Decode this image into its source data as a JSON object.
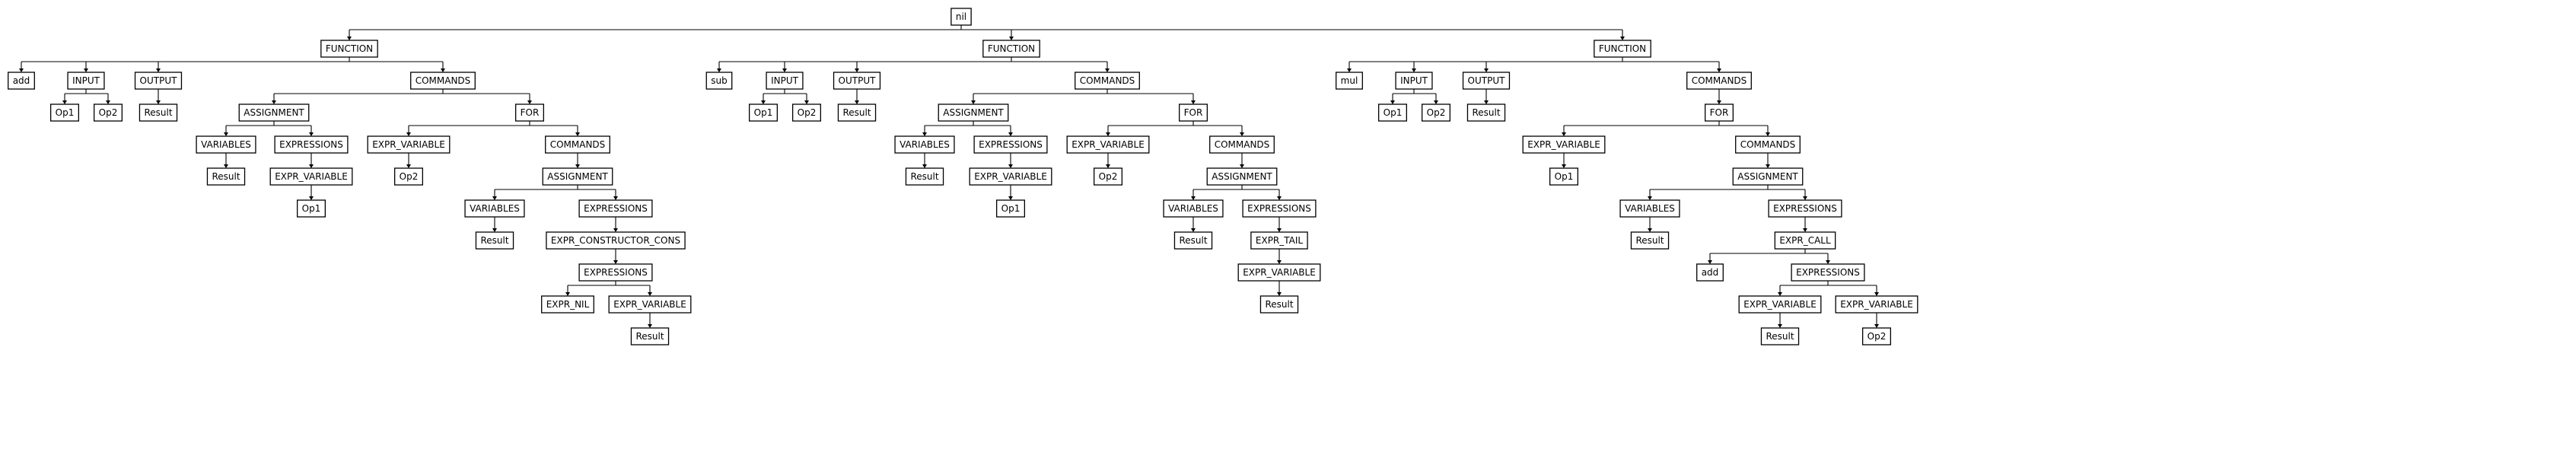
{
  "tree": {
    "label": "nil",
    "children": [
      {
        "label": "FUNCTION",
        "children": [
          {
            "label": "add"
          },
          {
            "label": "INPUT",
            "children": [
              {
                "label": "Op1"
              },
              {
                "label": "Op2"
              }
            ]
          },
          {
            "label": "OUTPUT",
            "children": [
              {
                "label": "Result"
              }
            ]
          },
          {
            "label": "COMMANDS",
            "children": [
              {
                "label": "ASSIGNMENT",
                "children": [
                  {
                    "label": "VARIABLES",
                    "children": [
                      {
                        "label": "Result"
                      }
                    ]
                  },
                  {
                    "label": "EXPRESSIONS",
                    "children": [
                      {
                        "label": "EXPR_VARIABLE",
                        "children": [
                          {
                            "label": "Op1"
                          }
                        ]
                      }
                    ]
                  }
                ]
              },
              {
                "label": "FOR",
                "children": [
                  {
                    "label": "EXPR_VARIABLE",
                    "children": [
                      {
                        "label": "Op2"
                      }
                    ]
                  },
                  {
                    "label": "COMMANDS",
                    "children": [
                      {
                        "label": "ASSIGNMENT",
                        "children": [
                          {
                            "label": "VARIABLES",
                            "children": [
                              {
                                "label": "Result"
                              }
                            ]
                          },
                          {
                            "label": "EXPRESSIONS",
                            "children": [
                              {
                                "label": "EXPR_CONSTRUCTOR_CONS",
                                "children": [
                                  {
                                    "label": "EXPRESSIONS",
                                    "children": [
                                      {
                                        "label": "EXPR_NIL"
                                      },
                                      {
                                        "label": "EXPR_VARIABLE",
                                        "children": [
                                          {
                                            "label": "Result"
                                          }
                                        ]
                                      }
                                    ]
                                  }
                                ]
                              }
                            ]
                          }
                        ]
                      }
                    ]
                  }
                ]
              }
            ]
          }
        ]
      },
      {
        "label": "FUNCTION",
        "children": [
          {
            "label": "sub"
          },
          {
            "label": "INPUT",
            "children": [
              {
                "label": "Op1"
              },
              {
                "label": "Op2"
              }
            ]
          },
          {
            "label": "OUTPUT",
            "children": [
              {
                "label": "Result"
              }
            ]
          },
          {
            "label": "COMMANDS",
            "children": [
              {
                "label": "ASSIGNMENT",
                "children": [
                  {
                    "label": "VARIABLES",
                    "children": [
                      {
                        "label": "Result"
                      }
                    ]
                  },
                  {
                    "label": "EXPRESSIONS",
                    "children": [
                      {
                        "label": "EXPR_VARIABLE",
                        "children": [
                          {
                            "label": "Op1"
                          }
                        ]
                      }
                    ]
                  }
                ]
              },
              {
                "label": "FOR",
                "children": [
                  {
                    "label": "EXPR_VARIABLE",
                    "children": [
                      {
                        "label": "Op2"
                      }
                    ]
                  },
                  {
                    "label": "COMMANDS",
                    "children": [
                      {
                        "label": "ASSIGNMENT",
                        "children": [
                          {
                            "label": "VARIABLES",
                            "children": [
                              {
                                "label": "Result"
                              }
                            ]
                          },
                          {
                            "label": "EXPRESSIONS",
                            "children": [
                              {
                                "label": "EXPR_TAIL",
                                "children": [
                                  {
                                    "label": "EXPR_VARIABLE",
                                    "children": [
                                      {
                                        "label": "Result"
                                      }
                                    ]
                                  }
                                ]
                              }
                            ]
                          }
                        ]
                      }
                    ]
                  }
                ]
              }
            ]
          }
        ]
      },
      {
        "label": "FUNCTION",
        "children": [
          {
            "label": "mul"
          },
          {
            "label": "INPUT",
            "children": [
              {
                "label": "Op1"
              },
              {
                "label": "Op2"
              }
            ]
          },
          {
            "label": "OUTPUT",
            "children": [
              {
                "label": "Result"
              }
            ]
          },
          {
            "label": "COMMANDS",
            "children": [
              {
                "label": "FOR",
                "children": [
                  {
                    "label": "EXPR_VARIABLE",
                    "children": [
                      {
                        "label": "Op1"
                      }
                    ]
                  },
                  {
                    "label": "COMMANDS",
                    "children": [
                      {
                        "label": "ASSIGNMENT",
                        "children": [
                          {
                            "label": "VARIABLES",
                            "children": [
                              {
                                "label": "Result"
                              }
                            ]
                          },
                          {
                            "label": "EXPRESSIONS",
                            "children": [
                              {
                                "label": "EXPR_CALL",
                                "children": [
                                  {
                                    "label": "add"
                                  },
                                  {
                                    "label": "EXPRESSIONS",
                                    "children": [
                                      {
                                        "label": "EXPR_VARIABLE",
                                        "children": [
                                          {
                                            "label": "Result"
                                          }
                                        ]
                                      },
                                      {
                                        "label": "EXPR_VARIABLE",
                                        "children": [
                                          {
                                            "label": "Op2"
                                          }
                                        ]
                                      }
                                    ]
                                  }
                                ]
                              }
                            ]
                          }
                        ]
                      }
                    ]
                  }
                ]
              }
            ]
          }
        ]
      }
    ]
  }
}
